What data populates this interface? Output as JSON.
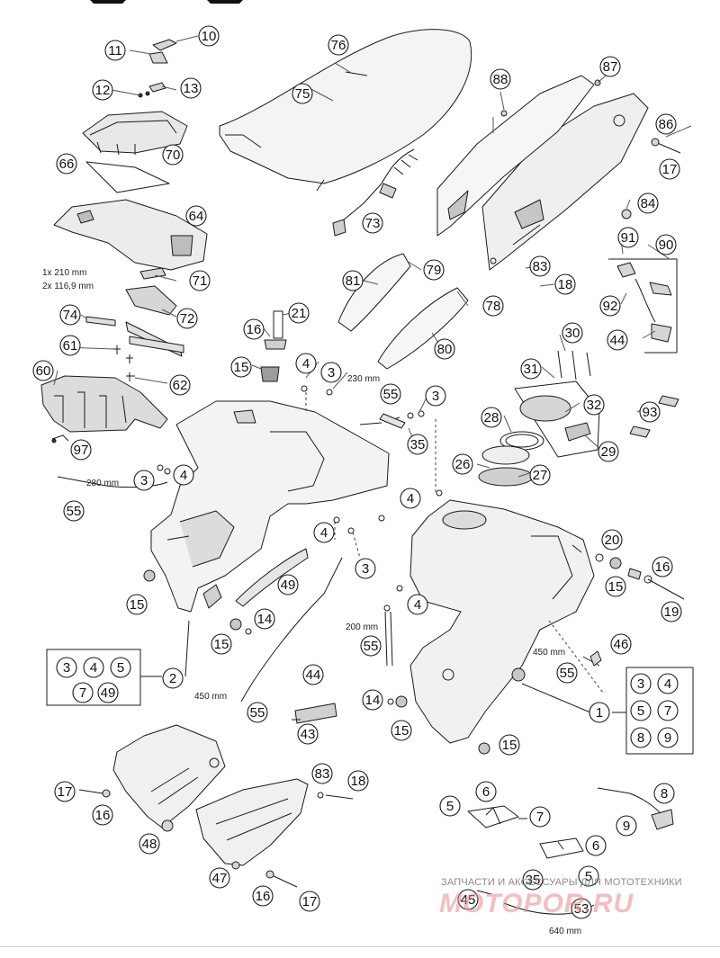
{
  "diagram": {
    "part_numbers": [
      "1",
      "2",
      "3",
      "4",
      "5",
      "6",
      "7",
      "8",
      "9",
      "10",
      "11",
      "12",
      "13",
      "14",
      "15",
      "16",
      "17",
      "18",
      "19",
      "20",
      "21",
      "26",
      "27",
      "28",
      "29",
      "30",
      "31",
      "32",
      "35",
      "43",
      "44",
      "45",
      "46",
      "47",
      "48",
      "49",
      "53",
      "55",
      "60",
      "61",
      "62",
      "64",
      "66",
      "70",
      "71",
      "72",
      "73",
      "74",
      "75",
      "76",
      "78",
      "79",
      "80",
      "81",
      "83",
      "84",
      "86",
      "87",
      "88",
      "90",
      "91",
      "92",
      "93",
      "97"
    ],
    "measurements": {
      "m1": "1x 210 mm",
      "m2": "2x 116,9 mm",
      "m3": "230 mm",
      "m4": "280 mm",
      "m5": "200 mm",
      "m6": "450 mm",
      "m7": "450 mm",
      "m8": "640 mm"
    },
    "group_1": [
      "3",
      "4",
      "5",
      "7",
      "8",
      "9"
    ],
    "group_2": [
      "3",
      "4",
      "5",
      "7",
      "49"
    ]
  },
  "watermark": {
    "caption": "ЗАПЧАСТИ И АКСЕССУАРЫ ДЛЯ МОТОТЕХНИКИ",
    "brand": "MOTOPOR.RU"
  },
  "colors": {
    "line": "#1a1a1a",
    "shade": "#d6d6d6",
    "watermark": "#e98b8b"
  }
}
